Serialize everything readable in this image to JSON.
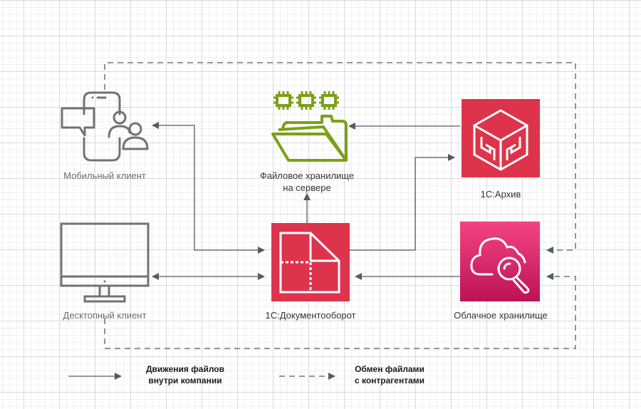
{
  "nodes": {
    "mobile_client": {
      "label": "Мобильный клиент",
      "icon": "mobile-users-icon",
      "color": "#6e7375"
    },
    "desktop_client": {
      "label": "Десктопный клиент",
      "icon": "desktop-monitor-icon",
      "color": "#6e7375"
    },
    "file_storage": {
      "label_line1": "Файловое хранилище",
      "label_line2": "на сервере",
      "icon": "folder-server-icon",
      "color": "#7aa116"
    },
    "docflow": {
      "label": "1С:Документооборот",
      "icon": "document-icon",
      "color": "#dd344c"
    },
    "archive": {
      "label": "1С:Архив",
      "icon": "cube-archive-icon",
      "color": "#dd344c"
    },
    "cloud_storage": {
      "label": "Облачное хранилище",
      "icon": "cloud-search-icon",
      "color_top": "#f34482",
      "color_bottom": "#bc1356"
    }
  },
  "edges": [
    {
      "from": "docflow",
      "to": "mobile_client",
      "style": "solid",
      "bidirectional": true
    },
    {
      "from": "docflow",
      "to": "desktop_client",
      "style": "solid",
      "bidirectional": true
    },
    {
      "from": "docflow",
      "to": "file_storage",
      "style": "solid",
      "bidirectional": false
    },
    {
      "from": "archive",
      "to": "file_storage",
      "style": "solid",
      "bidirectional": false
    },
    {
      "from": "docflow",
      "to": "archive",
      "style": "solid",
      "bidirectional": false
    },
    {
      "from": "cloud_storage",
      "to": "docflow",
      "style": "solid",
      "bidirectional": false
    },
    {
      "from": "mobile_client",
      "to": "cloud_storage",
      "style": "dashed",
      "bidirectional": false
    },
    {
      "from": "desktop_client",
      "to": "cloud_storage",
      "style": "dashed",
      "bidirectional": false
    }
  ],
  "legend": {
    "internal": {
      "line1": "Движения файлов",
      "line2": "внутри компании",
      "style": "solid"
    },
    "external": {
      "line1": "Обмен файлами",
      "line2": "с контрагентами",
      "style": "dashed"
    }
  },
  "colors": {
    "edge": "#545b64",
    "accent_red": "#dd344c",
    "accent_green": "#7aa116"
  }
}
